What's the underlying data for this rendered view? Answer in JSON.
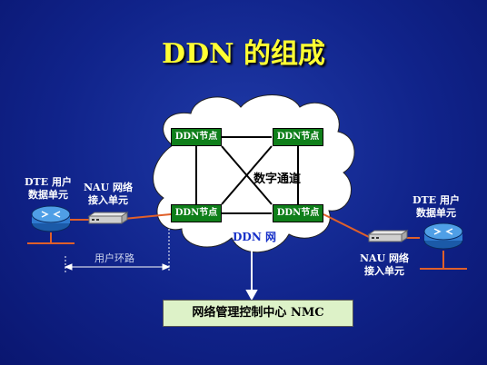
{
  "title": "DDN 的组成",
  "nodes": {
    "top_left": "DDN节点",
    "top_right": "DDN节点",
    "bottom_left": "DDN节点",
    "bottom_right": "DDN节点"
  },
  "digital_channel": "数字通道",
  "ddn_network": "DDN 网",
  "left": {
    "dte_line1": "DTE 用户",
    "dte_line2": "数据单元",
    "nau_line1": "NAU 网络",
    "nau_line2": "接入单元"
  },
  "right": {
    "dte_line1": "DTE 用户",
    "dte_line2": "数据单元",
    "nau_line1": "NAU 网络",
    "nau_line2": "接入单元"
  },
  "user_loop": "用户环路",
  "nmc": "网络管理控制中心 NMC",
  "colors": {
    "title": "#ffff33",
    "node_fill": "#0f7f1a",
    "cloud": "#ffffff",
    "link_line": "#e0602a",
    "nmc_fill": "#ddf2c8"
  }
}
